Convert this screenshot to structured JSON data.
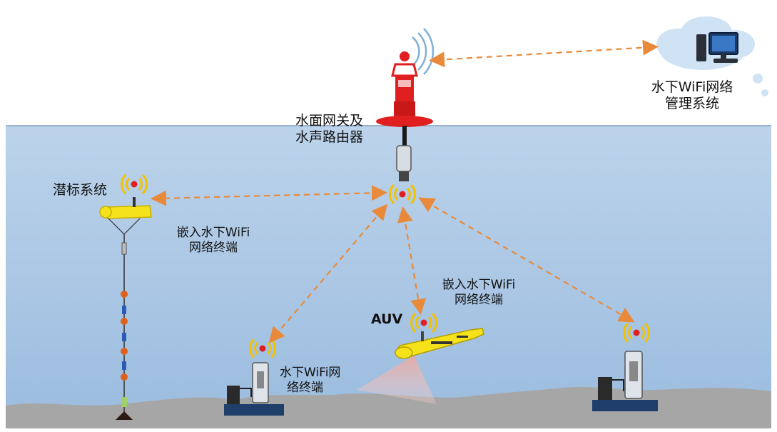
{
  "colors": {
    "water_top": "#bcd3ea",
    "water_bottom": "#9bbcdf",
    "seabed": "#a6a6a6",
    "link_arrow": "#e98a3a",
    "buoy_red": "#e02020",
    "signal_yellow": "#f2c200",
    "auv_yellow": "#f5e21a",
    "base_plate": "#1f3f6a",
    "cloud": "#cfe3f5"
  },
  "icons": [
    "signal-icon",
    "computer-icon",
    "buoy-icon",
    "auv-icon",
    "node-icon",
    "mooring-icon",
    "cloud-icon"
  ],
  "labels": {
    "management_line1": "水下WiFi网络",
    "management_line2": "管理系统",
    "gateway_line1": "水面网关及",
    "gateway_line2": "水声路由器",
    "mooring_title": "潜标系统",
    "mooring_terminal_line1": "嵌入水下WiFi",
    "mooring_terminal_line2": "网络终端",
    "auv_title": "AUV",
    "auv_terminal_line1": "嵌入水下WiFi",
    "auv_terminal_line2": "网络终端",
    "seabed_node_line1": "水下WiFi网",
    "seabed_node_line2": "络终端"
  }
}
